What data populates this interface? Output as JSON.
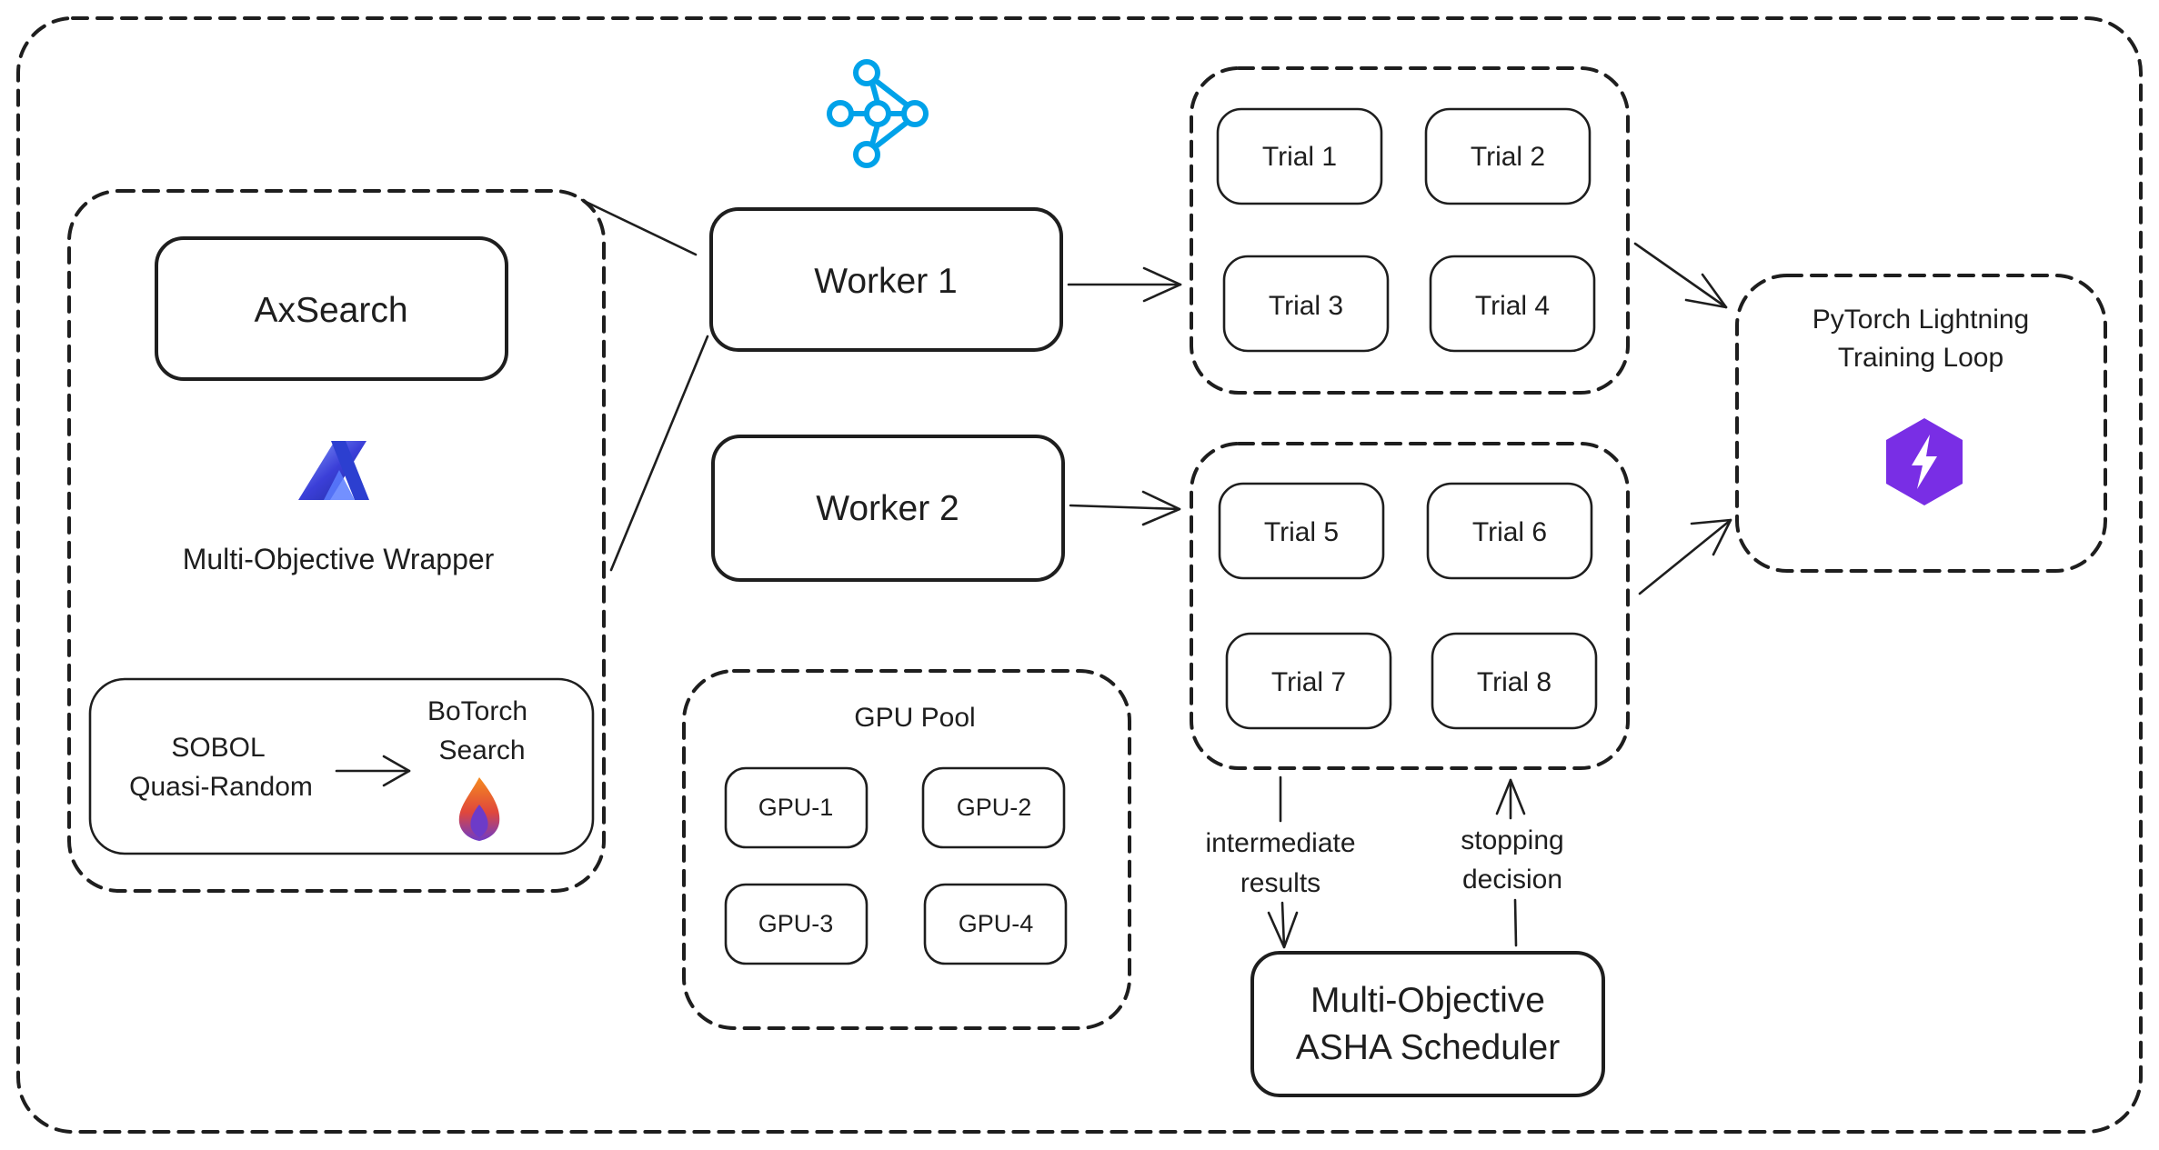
{
  "search": {
    "axsearch_label": "AxSearch",
    "wrapper_label": "Multi-Objective Wrapper",
    "sobol_line1": "SOBOL",
    "sobol_line2": "Quasi-Random",
    "botorch_line1": "BoTorch",
    "botorch_line2": "Search"
  },
  "workers": {
    "worker1": "Worker 1",
    "worker2": "Worker 2"
  },
  "trials": {
    "t1": "Trial 1",
    "t2": "Trial 2",
    "t3": "Trial 3",
    "t4": "Trial 4",
    "t5": "Trial 5",
    "t6": "Trial 6",
    "t7": "Trial 7",
    "t8": "Trial 8"
  },
  "gpu_pool": {
    "title": "GPU Pool",
    "g1": "GPU-1",
    "g2": "GPU-2",
    "g3": "GPU-3",
    "g4": "GPU-4"
  },
  "scheduler": {
    "line1": "Multi-Objective",
    "line2": "ASHA Scheduler",
    "intermediate_line1": "intermediate",
    "intermediate_line2": "results",
    "stopping_line1": "stopping",
    "stopping_line2": "decision"
  },
  "training": {
    "line1": "PyTorch Lightning",
    "line2": "Training Loop"
  },
  "icons": {
    "ray": "ray-icon",
    "ax": "ax-logo-icon",
    "botorch": "botorch-flame-icon",
    "lightning": "lightning-bolt-icon"
  },
  "colors": {
    "ray_blue": "#00a2e9",
    "ax_blue": "#3b3fd8",
    "botorch_orange": "#f58a1f",
    "botorch_purple": "#6d3bc8",
    "lightning_purple": "#792ee5",
    "stroke": "#1e1e1e"
  }
}
